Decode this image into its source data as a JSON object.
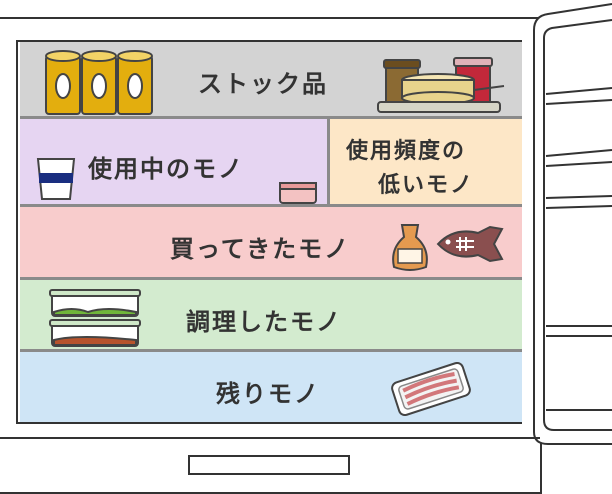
{
  "shelves": {
    "stock": {
      "label": "ストック品",
      "color": "#d3d3d3"
    },
    "in_use": {
      "label": "使用中のモノ",
      "color": "#e6d5f2"
    },
    "low_frequency": {
      "label_line1": "使用頻度の",
      "label_line2": "低いモノ",
      "color": "#fde7c7"
    },
    "bought": {
      "label": "買ってきたモノ",
      "color": "#f8cccc"
    },
    "cooked": {
      "label": "調理したモノ",
      "color": "#d3ebcf"
    },
    "leftovers": {
      "label": "残りモノ",
      "color": "#cfe5f6"
    }
  },
  "icons": {
    "stock": [
      "cans-icon",
      "jars-and-cheese-icon"
    ],
    "in_use": [
      "yogurt-cup-icon",
      "small-container-icon"
    ],
    "bought": [
      "bag-icon",
      "fish-icon"
    ],
    "cooked": [
      "food-containers-icon"
    ],
    "leftovers": [
      "bacon-pack-icon"
    ]
  }
}
